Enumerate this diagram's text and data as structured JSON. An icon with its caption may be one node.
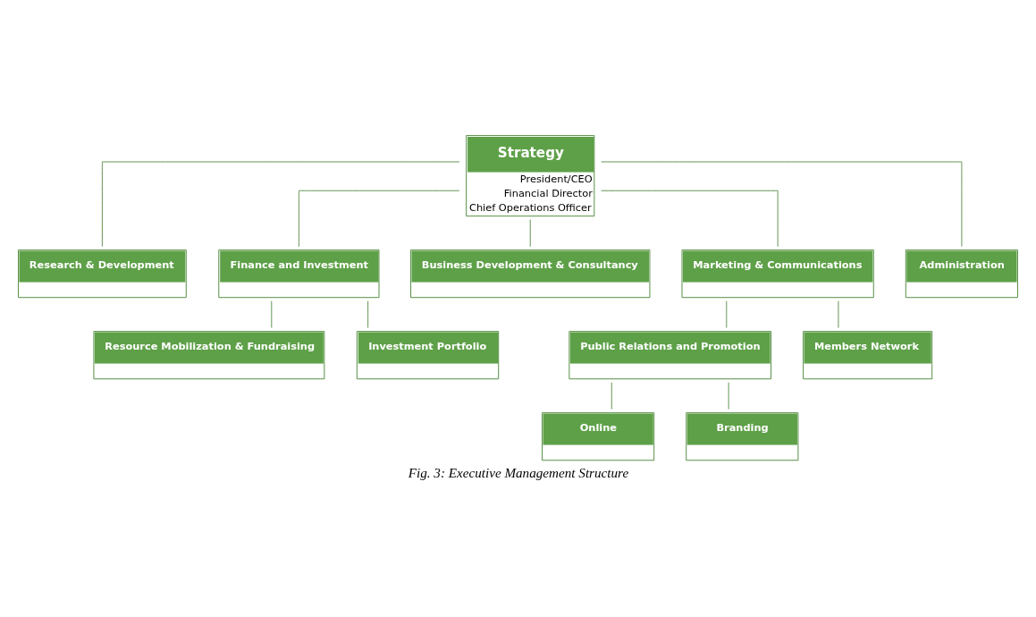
{
  "diagram": {
    "caption": "Fig. 3: Executive Management Structure",
    "nodes": [
      {
        "text": [
          "Strategy",
          "President/CEO",
          "Financial Director",
          "Chief Operations Officer"
        ]
      },
      {
        "text": [
          "Research & Development"
        ]
      },
      {
        "text": [
          "Finance and Investment"
        ]
      },
      {
        "text": [
          "Business Development & Consultancy"
        ]
      },
      {
        "text": [
          "Marketing & Communications"
        ]
      },
      {
        "text": [
          "Administration"
        ]
      },
      {
        "text": [
          "Resource Mobilization & Fundraising"
        ]
      },
      {
        "text": [
          "Investment Portfolio"
        ]
      },
      {
        "text": [
          "Public Relations and Promotion"
        ]
      },
      {
        "text": [
          "Members Network"
        ]
      },
      {
        "text": [
          "Online"
        ]
      },
      {
        "text": [
          "Branding"
        ]
      }
    ],
    "edges": [
      {
        "from": 0,
        "to": 1,
        "arrow": "none"
      },
      {
        "from": 0,
        "to": 2,
        "arrow": "none"
      },
      {
        "from": 0,
        "to": 3,
        "arrow": "none"
      },
      {
        "from": 0,
        "to": 4,
        "arrow": "none"
      },
      {
        "from": 0,
        "to": 5,
        "arrow": "none"
      },
      {
        "from": 2,
        "to": 6,
        "arrow": "none"
      },
      {
        "from": 2,
        "to": 7,
        "arrow": "none"
      },
      {
        "from": 4,
        "to": 8,
        "arrow": "none"
      },
      {
        "from": 4,
        "to": 9,
        "arrow": "none"
      },
      {
        "from": 8,
        "to": 10,
        "arrow": "none"
      },
      {
        "from": 8,
        "to": 11,
        "arrow": "none"
      }
    ]
  }
}
